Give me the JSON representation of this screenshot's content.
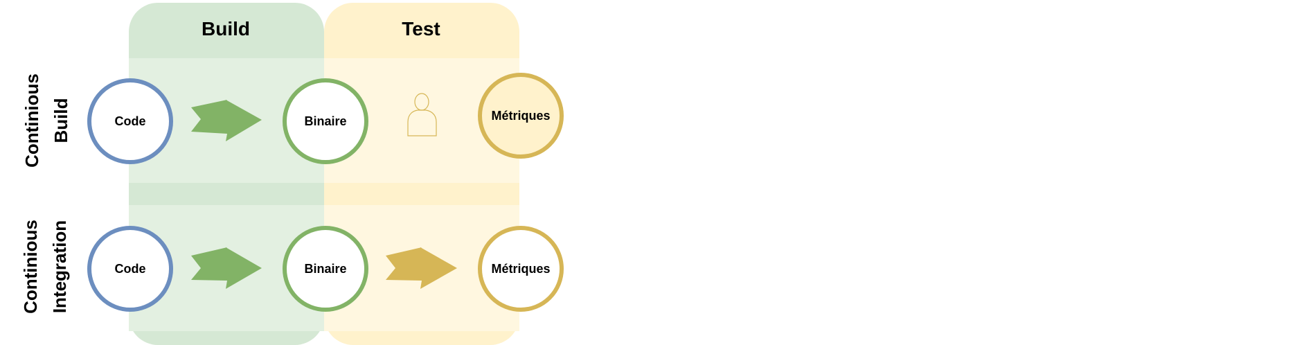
{
  "columns": [
    {
      "title": "Build"
    },
    {
      "title": "Test"
    }
  ],
  "rows": [
    {
      "label": "Continious Build",
      "nodes": [
        "Code",
        "Binaire",
        "Métriques"
      ],
      "transitions": [
        "arrow",
        "person-icon"
      ]
    },
    {
      "label": "Continious Integration",
      "nodes": [
        "Code",
        "Binaire",
        "Métriques"
      ],
      "transitions": [
        "arrow",
        "arrow"
      ]
    }
  ],
  "colors": {
    "build_header": "#d5e8d4",
    "build_body": "#e3f0e1",
    "test_header": "#fff2cc",
    "test_body": "#fff7e0",
    "code_border": "#6c8ebf",
    "binaire_border": "#82b366",
    "metriques_border": "#d6b656",
    "metriques_fill_row1": "#fff2cc",
    "arrow_green": "#82b366",
    "arrow_gold": "#d6b656"
  }
}
